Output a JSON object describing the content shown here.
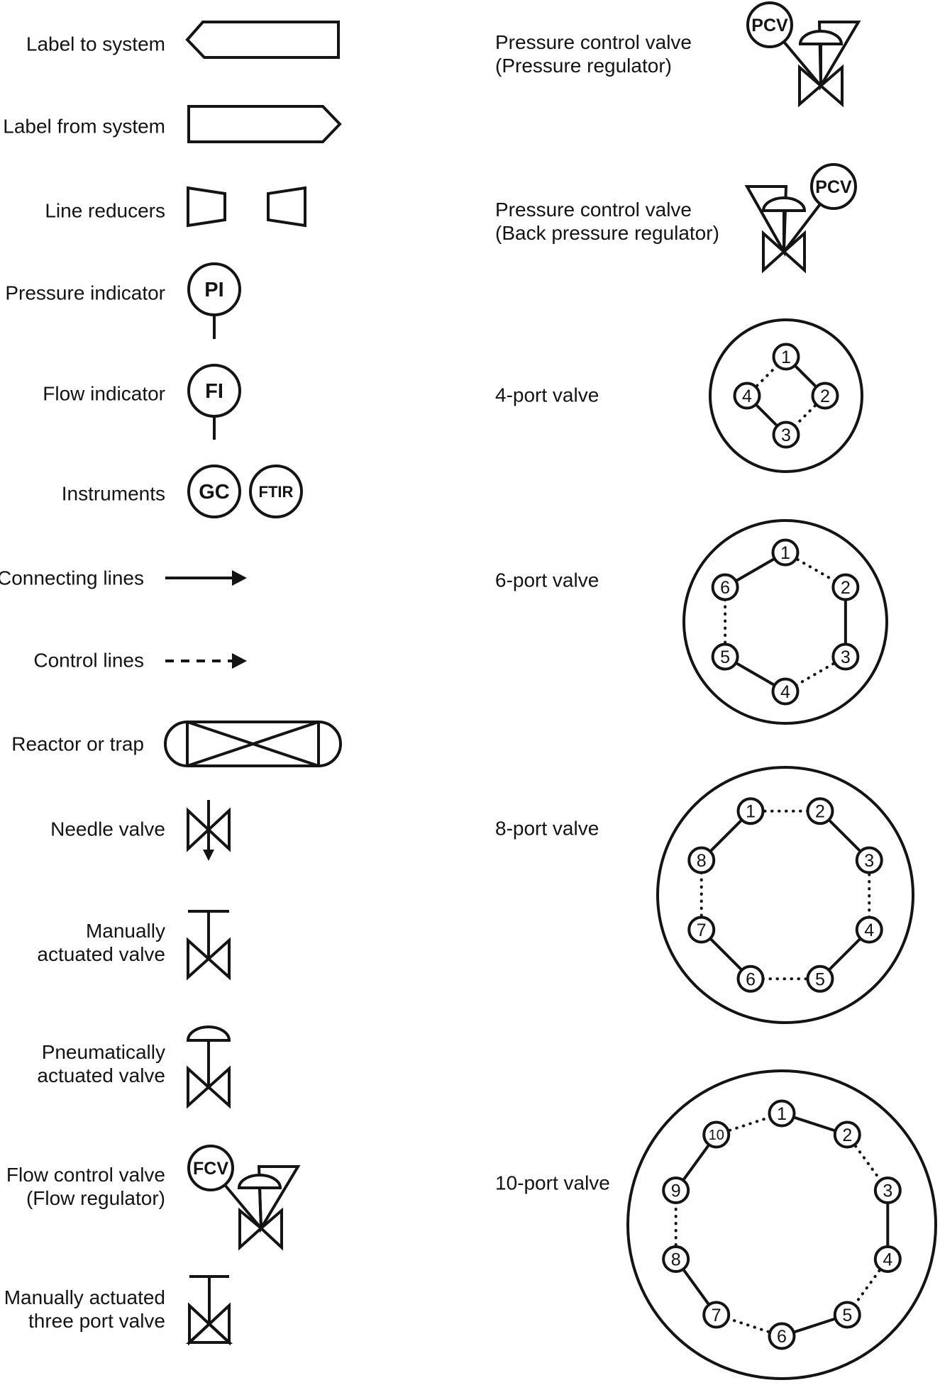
{
  "colors": {
    "ink": "#141414",
    "paper": "#ffffff"
  },
  "left": [
    {
      "label": "Label to system"
    },
    {
      "label": "Label from system"
    },
    {
      "label": "Line reducers"
    },
    {
      "label": "Pressure indicator",
      "tag": "PI"
    },
    {
      "label": "Flow indicator",
      "tag": "FI"
    },
    {
      "label": "Instruments",
      "tag": "GC",
      "tag2": "FTIR"
    },
    {
      "label": "Connecting lines"
    },
    {
      "label": "Control lines"
    },
    {
      "label": "Reactor or trap"
    },
    {
      "label": "Needle valve"
    },
    {
      "label": "Manually\nactuated valve"
    },
    {
      "label": "Pneumatically\nactuated valve"
    },
    {
      "label": "Flow control valve\n(Flow regulator)",
      "tag": "FCV"
    },
    {
      "label": "Manually actuated\nthree port valve"
    }
  ],
  "right": [
    {
      "label": "Pressure control valve\n(Pressure regulator)",
      "tag": "PCV"
    },
    {
      "label": "Pressure control valve\n(Back pressure regulator)",
      "tag": "PCV"
    },
    {
      "label": "4-port valve",
      "ports": [
        "1",
        "2",
        "3",
        "4"
      ],
      "connections": [
        {
          "from": "1",
          "to": "2",
          "style": "solid"
        },
        {
          "from": "2",
          "to": "3",
          "style": "dotted"
        },
        {
          "from": "3",
          "to": "4",
          "style": "solid"
        },
        {
          "from": "4",
          "to": "1",
          "style": "dotted"
        }
      ]
    },
    {
      "label": "6-port valve",
      "ports": [
        "1",
        "2",
        "3",
        "4",
        "5",
        "6"
      ],
      "connections": [
        {
          "from": "1",
          "to": "2",
          "style": "dotted"
        },
        {
          "from": "2",
          "to": "3",
          "style": "solid"
        },
        {
          "from": "3",
          "to": "4",
          "style": "dotted"
        },
        {
          "from": "4",
          "to": "5",
          "style": "solid"
        },
        {
          "from": "5",
          "to": "6",
          "style": "dotted"
        },
        {
          "from": "6",
          "to": "1",
          "style": "solid"
        }
      ]
    },
    {
      "label": "8-port valve",
      "ports": [
        "1",
        "2",
        "3",
        "4",
        "5",
        "6",
        "7",
        "8"
      ],
      "connections": [
        {
          "from": "1",
          "to": "2",
          "style": "dotted"
        },
        {
          "from": "2",
          "to": "3",
          "style": "solid"
        },
        {
          "from": "3",
          "to": "4",
          "style": "dotted"
        },
        {
          "from": "4",
          "to": "5",
          "style": "solid"
        },
        {
          "from": "5",
          "to": "6",
          "style": "dotted"
        },
        {
          "from": "6",
          "to": "7",
          "style": "solid"
        },
        {
          "from": "7",
          "to": "8",
          "style": "dotted"
        },
        {
          "from": "8",
          "to": "1",
          "style": "solid"
        }
      ]
    },
    {
      "label": "10-port valve",
      "ports": [
        "1",
        "2",
        "3",
        "4",
        "5",
        "6",
        "7",
        "8",
        "9",
        "10"
      ],
      "connections": [
        {
          "from": "1",
          "to": "2",
          "style": "solid"
        },
        {
          "from": "2",
          "to": "3",
          "style": "dotted"
        },
        {
          "from": "3",
          "to": "4",
          "style": "solid"
        },
        {
          "from": "4",
          "to": "5",
          "style": "dotted"
        },
        {
          "from": "5",
          "to": "6",
          "style": "solid"
        },
        {
          "from": "6",
          "to": "7",
          "style": "dotted"
        },
        {
          "from": "7",
          "to": "8",
          "style": "solid"
        },
        {
          "from": "8",
          "to": "9",
          "style": "dotted"
        },
        {
          "from": "9",
          "to": "10",
          "style": "solid"
        },
        {
          "from": "10",
          "to": "1",
          "style": "dotted"
        }
      ]
    }
  ]
}
